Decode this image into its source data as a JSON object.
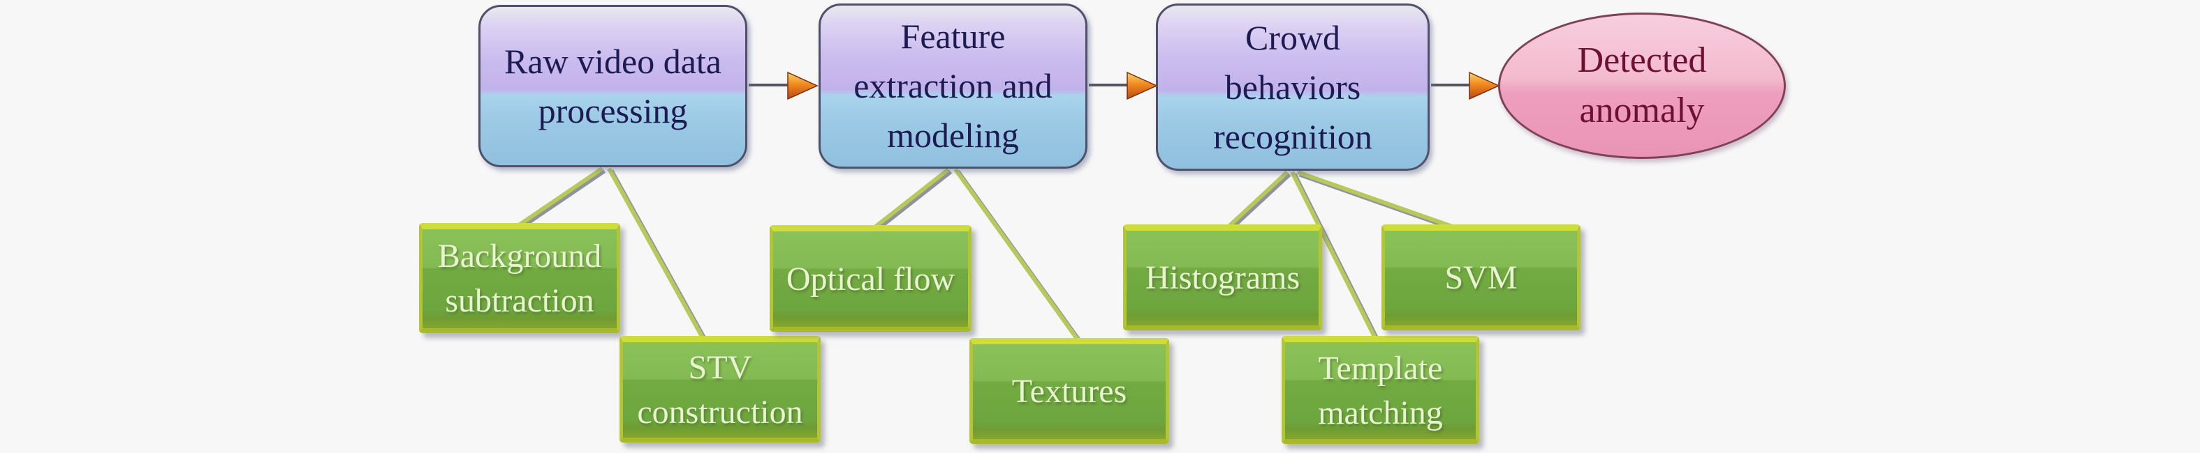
{
  "figure": {
    "background_color": "#f7f7f8",
    "type": "flow-diagram",
    "stages": [
      {
        "label": "Raw video data processing"
      },
      {
        "label": "Feature extraction and modeling"
      },
      {
        "label": "Crowd behaviors recognition"
      }
    ],
    "result": {
      "label": "Detected anomaly"
    },
    "methods": [
      {
        "label": "Background subtraction"
      },
      {
        "label": "STV construction"
      },
      {
        "label": "Optical flow"
      },
      {
        "label": "Textures"
      },
      {
        "label": "Histograms"
      },
      {
        "label": "Template matching"
      },
      {
        "label": "SVM"
      }
    ],
    "edges": [
      {
        "from": "Raw video data processing",
        "to": "Feature extraction and modeling",
        "style": "arrow"
      },
      {
        "from": "Feature extraction and modeling",
        "to": "Crowd behaviors recognition",
        "style": "arrow"
      },
      {
        "from": "Crowd behaviors recognition",
        "to": "Detected anomaly",
        "style": "arrow"
      },
      {
        "from": "Raw video data processing",
        "to": "Background subtraction",
        "style": "line"
      },
      {
        "from": "Raw video data processing",
        "to": "STV construction",
        "style": "line"
      },
      {
        "from": "Feature extraction and modeling",
        "to": "Optical flow",
        "style": "line"
      },
      {
        "from": "Feature extraction and modeling",
        "to": "Textures",
        "style": "line"
      },
      {
        "from": "Crowd behaviors recognition",
        "to": "Histograms",
        "style": "line"
      },
      {
        "from": "Crowd behaviors recognition",
        "to": "Template matching",
        "style": "line"
      },
      {
        "from": "Crowd behaviors recognition",
        "to": "SVM",
        "style": "line"
      }
    ],
    "colors": {
      "stage_top": "#c9baee",
      "stage_bottom": "#8fc0de",
      "stage_text": "#1d1b52",
      "method_fill": "#74ac43",
      "method_border": "#b3c434",
      "method_text": "#e9f4d1",
      "result_fill": "#f2b1c7",
      "result_text": "#6d1034",
      "connector_line": "#b9c85a",
      "connector_shadow": "#8e939c",
      "arrow_line": "#55555f",
      "arrowhead_orange": "#f1881f"
    }
  }
}
